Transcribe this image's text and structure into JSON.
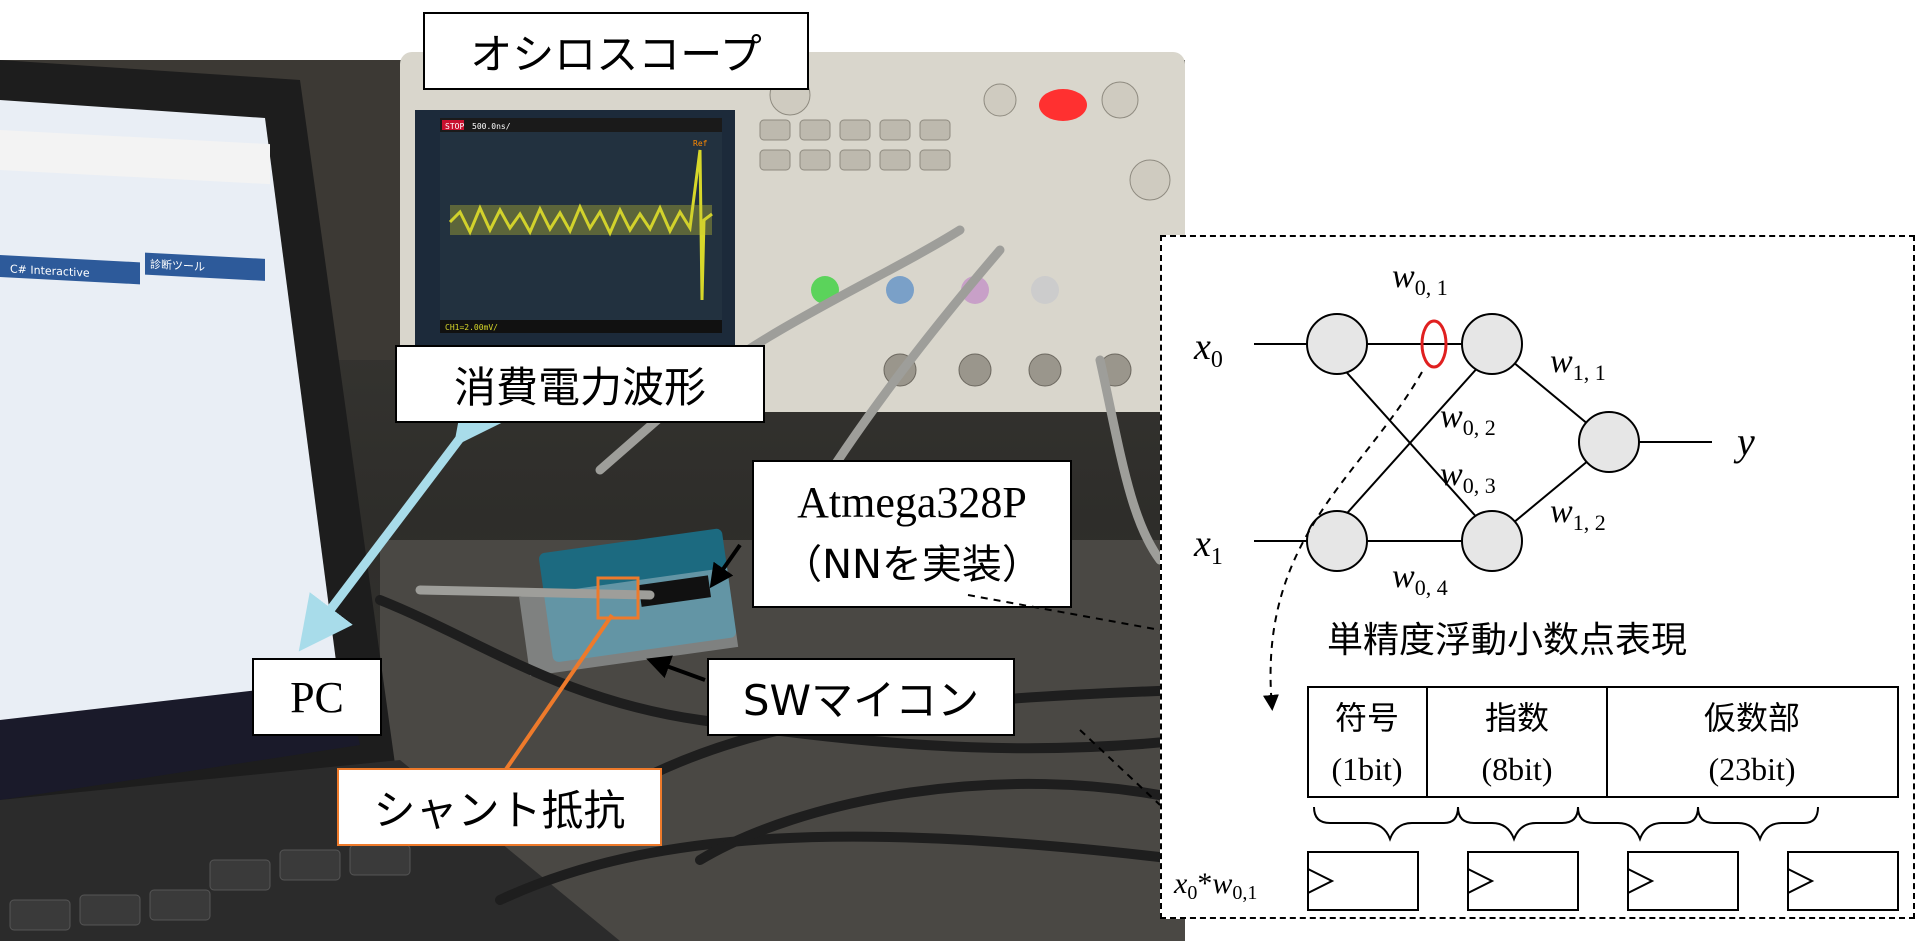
{
  "callouts": {
    "oscilloscope": "オシロスコープ",
    "power_waveform": "消費電力波形",
    "mcu_line1": "Atmega328P",
    "mcu_line2": "（NNを実装）",
    "pc": "PC",
    "sw_mcu": "SWマイコン",
    "shunt": "シャント抵抗"
  },
  "scope": {
    "status_stop": "STOP",
    "timebase": "500.0ns/",
    "ch1_scale": "CH1=2.00mV/",
    "ref": "Ref"
  },
  "laptop": {
    "tab_interactive": "C# Interactive",
    "panel_diag": "診断ツール"
  },
  "network": {
    "inputs": [
      {
        "base": "x",
        "sub": "0"
      },
      {
        "base": "x",
        "sub": "1"
      }
    ],
    "output": "y",
    "weights": [
      {
        "base": "w",
        "sub": "0, 1"
      },
      {
        "base": "w",
        "sub": "0, 2"
      },
      {
        "base": "w",
        "sub": "0, 3"
      },
      {
        "base": "w",
        "sub": "0, 4"
      },
      {
        "base": "w",
        "sub": "1, 1"
      },
      {
        "base": "w",
        "sub": "1, 2"
      }
    ]
  },
  "float_format": {
    "title": "単精度浮動小数点表現",
    "fields": [
      {
        "name": "符号",
        "bits": "(1bit)"
      },
      {
        "name": "指数",
        "bits": "(8bit)"
      },
      {
        "name": "仮数部",
        "bits": "(23bit)"
      }
    ],
    "register_label": {
      "x": "x",
      "x_sub": "0",
      "op": "*",
      "w": "w",
      "w_sub": "0,1"
    }
  },
  "colors": {
    "arrow_pc": "#a8dcea",
    "arrow_shunt": "#ee7a2b",
    "highlight": "#e02020",
    "neuron_fill": "#e6e6e6"
  }
}
